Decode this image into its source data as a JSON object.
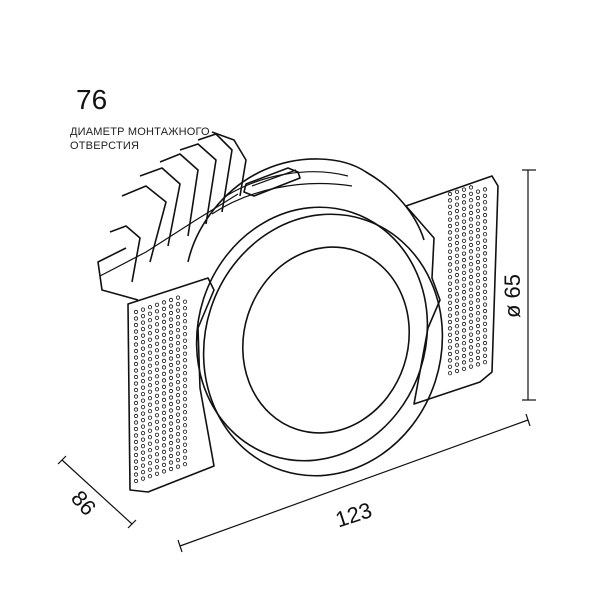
{
  "labels": {
    "hole_size": "76",
    "hole_caption_line1": "ДИАМЕТР МОНТАЖНОГО",
    "hole_caption_line2": "ОТВЕРСТИЯ",
    "diameter": "ø 65",
    "width": "123",
    "depth": "86"
  }
}
